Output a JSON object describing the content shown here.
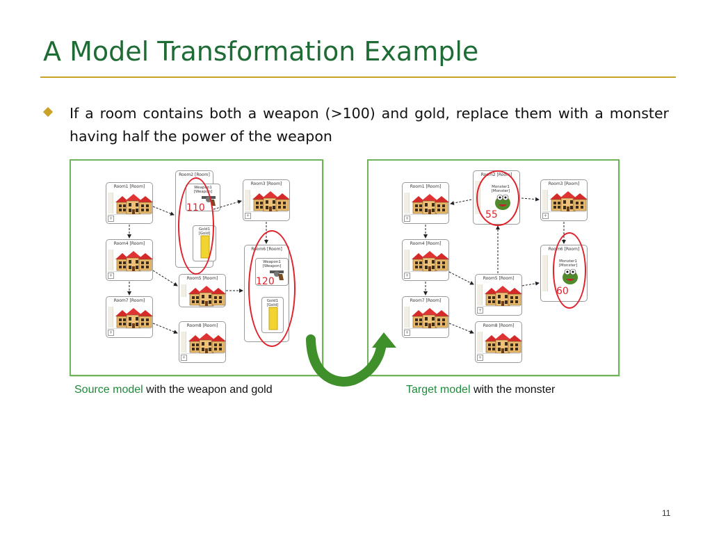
{
  "slide": {
    "title": "A Model Transformation Example",
    "bullet": "If a room contains both a weapon (>100) and gold, replace them with a monster having half the power of the weapon",
    "page_number": "11"
  },
  "source": {
    "caption_highlight": "Source model",
    "caption_rest": " with the weapon and gold",
    "rooms": {
      "room1": "Room1 [Room]",
      "room2": "Room2 [Room]",
      "room3": "Room3 [Room]",
      "room4": "Room4 [Room]",
      "room5": "Room5 [Room]",
      "room6": "Room6 [Room]",
      "room7": "Room7 [Room]",
      "room8": "Room8 [Room]"
    },
    "weapon1": "Weapon1 [Weapon]",
    "gold1": "Gold1 [Gold]",
    "weapon1b": "Weapon1 [Weapon]",
    "gold1b": "Gold1 [Gold]",
    "power_a": "110",
    "power_b": "120"
  },
  "target": {
    "caption_highlight": "Target model",
    "caption_rest": " with the monster",
    "rooms": {
      "room1": "Room1 [Room]",
      "room2": "Room2 [Room]",
      "room3": "Room3 [Room]",
      "room4": "Room4 [Room]",
      "room5": "Room5 [Room]",
      "room6": "Room6 [Room]",
      "room7": "Room7 [Room]",
      "room8": "Room8 [Room]"
    },
    "monster_a": "Monster1 [Monster]",
    "monster_b": "Monster1 [Monster]",
    "power_a": "55",
    "power_b": "60"
  },
  "colors": {
    "title": "#1e6b35",
    "rule": "#c9a227",
    "panel_border": "#6fb35a",
    "highlight": "#e0202a",
    "caption_highlight": "#1e8a3a",
    "arrow": "#2e7d1f"
  }
}
